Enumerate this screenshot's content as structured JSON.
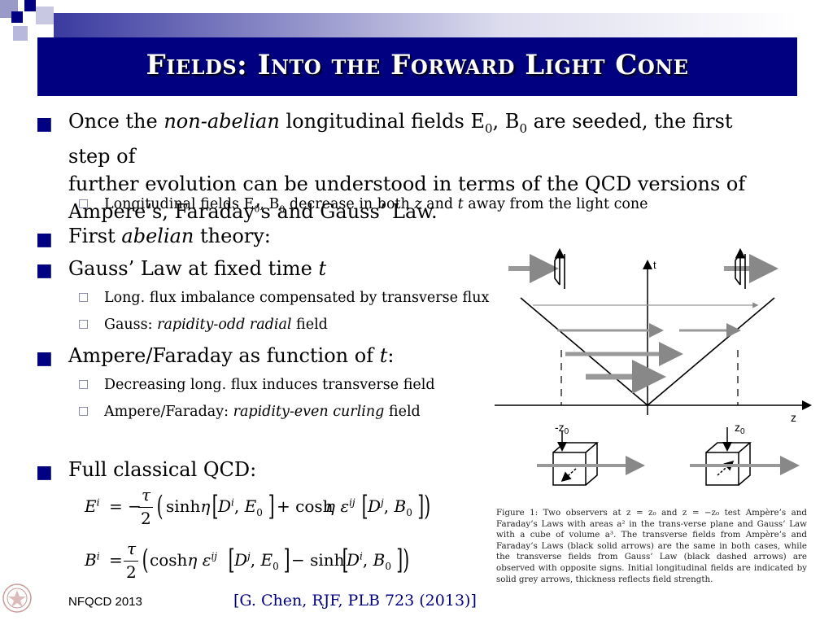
{
  "slide": {
    "title": "Fields: Into the Forward Light Cone"
  },
  "bullets": {
    "b1": {
      "pre": "Once the ",
      "em": "non-abelian",
      "mid": " longitudinal fields E",
      "sub1": "0",
      "sep": ", B",
      "sub2": "0",
      "post": " are seeded, the first step of",
      "line2": "further evolution can be understood in terms of the QCD versions of",
      "line3": "Ampere’s, Faraday’s and Gauss’ Law."
    },
    "b1_sub": {
      "pre": "Longitudinal fields E",
      "sub1": "0",
      "sep": ", B",
      "sub2": "0",
      "mid": " decrease in both ",
      "z": "z",
      "and": " and ",
      "t": "t",
      "post": " away from the light cone"
    },
    "b2": {
      "pre": "First ",
      "em": "abelian",
      "post": " theory:"
    },
    "b3": {
      "pre": "Gauss’ Law at fixed time ",
      "em": "t"
    },
    "b3_sub1": "Long. flux imbalance compensated by transverse flux",
    "b3_sub2": {
      "pre": "Gauss: ",
      "em": "rapidity-odd radial",
      "post": " field"
    },
    "b4": {
      "pre": "Ampere/Faraday as function of ",
      "em": "t",
      "post": ":"
    },
    "b4_sub1": "Decreasing long. flux induces transverse field",
    "b4_sub2": {
      "pre": "Ampere/Faraday: ",
      "em": "rapidity-even curling",
      "post": " field"
    },
    "b5": "Full classical QCD:"
  },
  "equations": {
    "eq1": {
      "lhs": "E",
      "lhs_sup": "i",
      "eq": "= −",
      "num": "τ",
      "den": "2",
      "sinh": "sinh",
      "eta": "η",
      "D": "D",
      "Di": "i",
      "E0": "E",
      "E0sub": "0",
      "plus": "+ cosh",
      "eps": "ε",
      "ij": "ij",
      "Dj": "j",
      "B0": "B",
      "B0sub": "0"
    },
    "eq2": {
      "lhs": "B",
      "lhs_sup": "i",
      "eq": "=",
      "num": "τ",
      "den": "2",
      "cosh": "cosh",
      "eta": "η",
      "eps": "ε",
      "ij": "ij",
      "D": "D",
      "Dj": "j",
      "E0": "E",
      "E0sub": "0",
      "minus": "− sinh",
      "Di": "i",
      "B0": "B",
      "B0sub": "0"
    }
  },
  "figure": {
    "axis_t": "t",
    "axis_z": "z",
    "label_neg_z0": "-z",
    "label_neg_z0_sub": "0",
    "label_z0": "z",
    "label_z0_sub": "0",
    "caption": "Figure 1:  Two observers at z = z₀ and z = −z₀ test Ampère’s and Faraday’s Laws with areas a² in the trans-verse plane and Gauss’ Law with a cube of volume a³. The transverse fields from Ampère’s and Faraday’s Laws (black solid arrows) are the same in both cases, while the transverse fields from Gauss’ Law (black dashed arrows) are observed with opposite signs. Initial longitudinal fields are indicated by solid grey arrows, thickness reflects field strength."
  },
  "footer": {
    "left": "NFQCD 2013",
    "ref": "[G. Chen, RJF, PLB 723 (2013)]"
  },
  "colors": {
    "title_bg": "#000080",
    "bullet": "#000080",
    "decor_dark": "#000080",
    "decor_light": "#9a9ac8"
  }
}
